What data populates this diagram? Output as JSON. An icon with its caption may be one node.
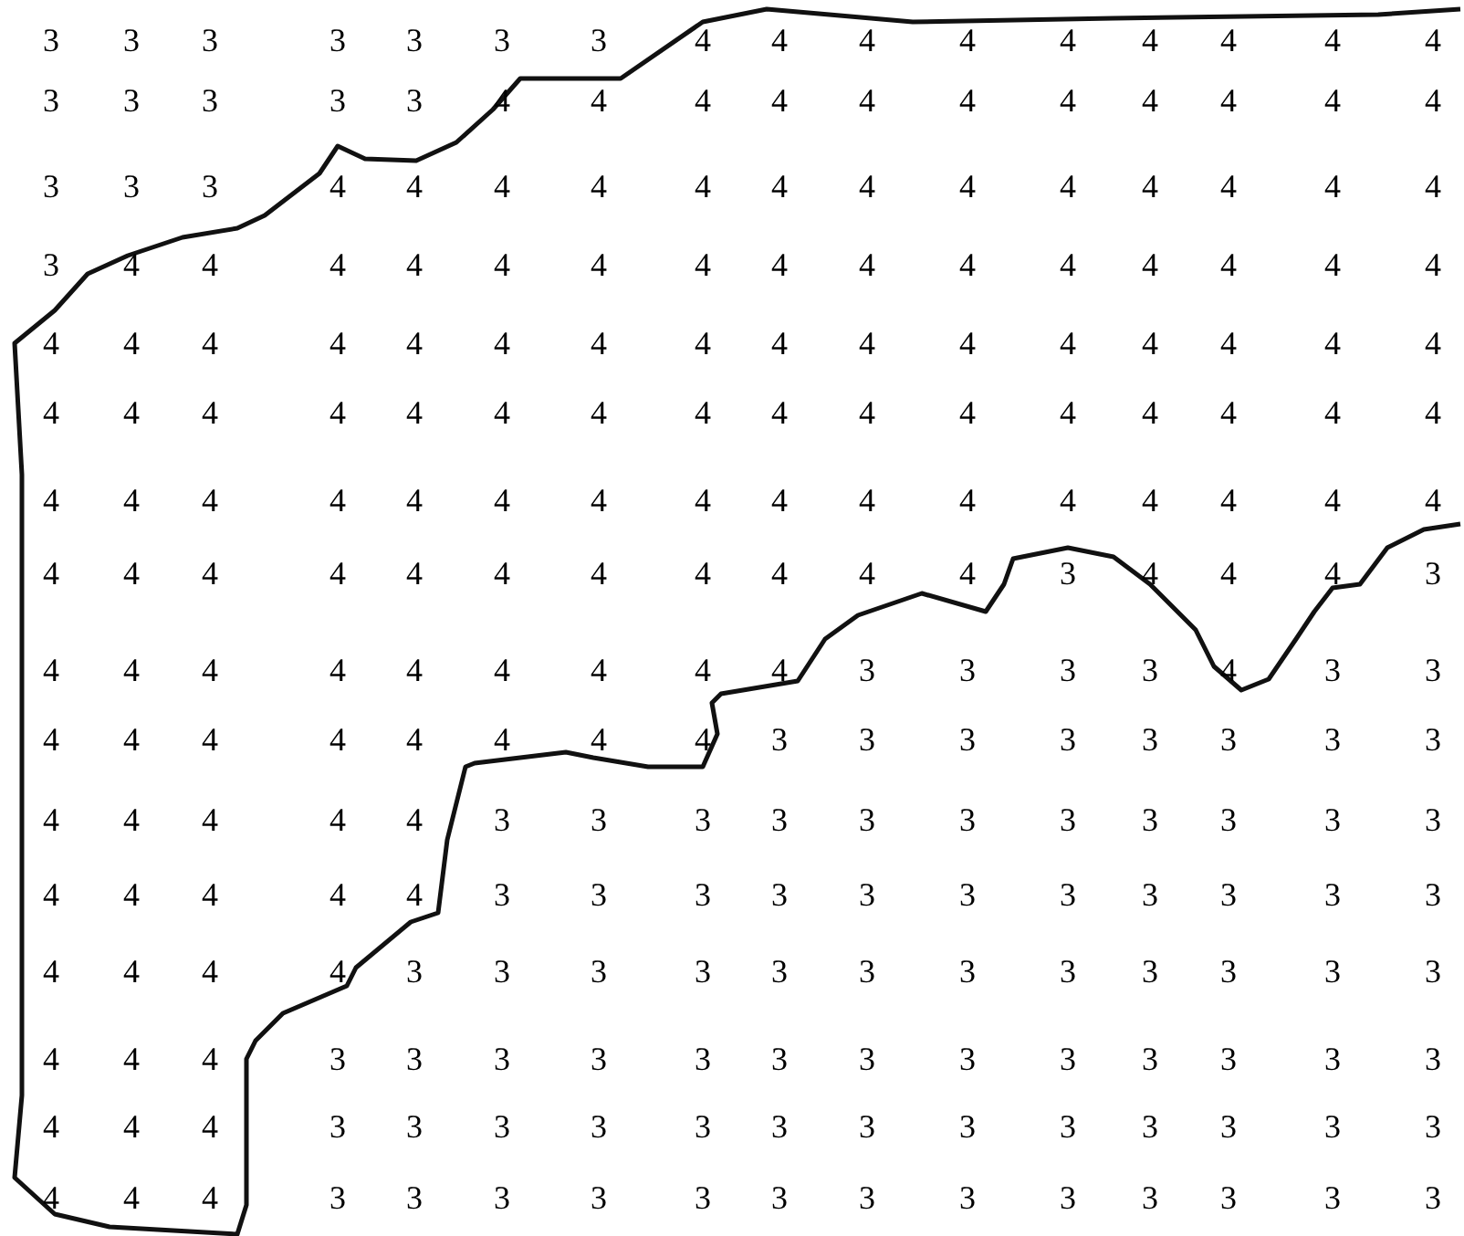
{
  "diagram": {
    "labels": [
      "3",
      "3",
      "3",
      "3",
      "3",
      "3",
      "3",
      "4",
      "4",
      "4",
      "4",
      "4",
      "4",
      "4",
      "4",
      "4",
      "3",
      "3",
      "3",
      "3",
      "3",
      "4",
      "4",
      "4",
      "4",
      "4",
      "4",
      "4",
      "4",
      "4",
      "4",
      "4",
      "3",
      "3",
      "3",
      "4",
      "4",
      "4",
      "4",
      "4",
      "4",
      "4",
      "4",
      "4",
      "4",
      "4",
      "4",
      "4",
      "3",
      "4",
      "4",
      "4",
      "4",
      "4",
      "4",
      "4",
      "4",
      "4",
      "4",
      "4",
      "4",
      "4",
      "4",
      "4",
      "4",
      "4",
      "4",
      "4",
      "4",
      "4",
      "4",
      "4",
      "4",
      "4",
      "4",
      "4",
      "4",
      "4",
      "4",
      "4",
      "4",
      "4",
      "4",
      "4",
      "4",
      "4",
      "4",
      "4",
      "4",
      "4",
      "4",
      "4",
      "4",
      "4",
      "4",
      "4",
      "4",
      "4",
      "4",
      "4",
      "4",
      "4",
      "4",
      "4",
      "4",
      "4",
      "4",
      "4",
      "4",
      "4",
      "4",
      "4",
      "4",
      "4",
      "4",
      "4",
      "4",
      "4",
      "4",
      "4",
      "4",
      "4",
      "4",
      "3",
      "4",
      "4",
      "4",
      "3",
      "4",
      "4",
      "4",
      "4",
      "4",
      "4",
      "4",
      "4",
      "4",
      "3",
      "3",
      "3",
      "3",
      "4",
      "3",
      "3",
      "4",
      "4",
      "4",
      "4",
      "4",
      "4",
      "4",
      "4",
      "3",
      "3",
      "3",
      "3",
      "3",
      "3",
      "3",
      "3",
      "4",
      "4",
      "4",
      "4",
      "4",
      "3",
      "3",
      "3",
      "3",
      "3",
      "3",
      "3",
      "3",
      "3",
      "3",
      "3",
      "4",
      "4",
      "4",
      "4",
      "4",
      "3",
      "3",
      "3",
      "3",
      "3",
      "3",
      "3",
      "3",
      "3",
      "3",
      "3",
      "4",
      "4",
      "4",
      "4",
      "3",
      "3",
      "3",
      "3",
      "3",
      "3",
      "3",
      "3",
      "3",
      "3",
      "3",
      "3",
      "4",
      "4",
      "4",
      "3",
      "3",
      "3",
      "3",
      "3",
      "3",
      "3",
      "3",
      "3",
      "3",
      "3",
      "3",
      "3",
      "4",
      "4",
      "4",
      "3",
      "3",
      "3",
      "3",
      "3",
      "3",
      "3",
      "3",
      "3",
      "3",
      "3",
      "3",
      "3",
      "4",
      "4",
      "4",
      "3",
      "3",
      "3",
      "3",
      "3",
      "3",
      "3",
      "3",
      "3",
      "3",
      "3",
      "3",
      "3"
    ]
  }
}
